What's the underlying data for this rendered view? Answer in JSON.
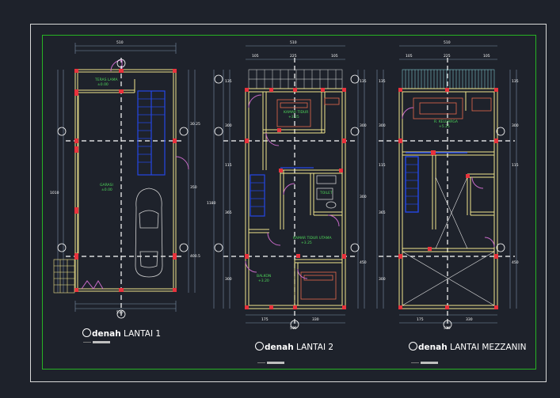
{
  "plans": [
    {
      "id": "lantai1",
      "title_prefix": "denah",
      "title_name": "LANTAI 1",
      "top_dim": "510",
      "bottom_dim": "510",
      "left_dim": "1010",
      "right_dims": [
        "30.25",
        "350",
        "400.5"
      ],
      "rooms": [
        {
          "name": "TERAS LAMA",
          "level": "±0.00"
        },
        {
          "name": "GARASI",
          "level": "±0.00"
        }
      ]
    },
    {
      "id": "lantai2",
      "title_prefix": "denah",
      "title_name": "LANTAI 2",
      "top_dim": "510",
      "top_subdims": [
        "105",
        "225",
        "105"
      ],
      "bottom_dim": "510",
      "bottom_subdims": [
        "175",
        "330"
      ],
      "left_dims": [
        "135",
        "300",
        "115",
        "365",
        "300"
      ],
      "left_total": "1180",
      "right_dims": [
        "135",
        "300",
        "300",
        "450"
      ],
      "rooms": [
        {
          "name": "KAMAR TIDUR",
          "level": "+3.25"
        },
        {
          "name": "TOILET",
          "level": ""
        },
        {
          "name": "KAMAR TIDUR UTAMA",
          "level": "+3.25"
        },
        {
          "name": "BALKON",
          "level": "+3.20"
        }
      ]
    },
    {
      "id": "mezzanin",
      "title_prefix": "denah",
      "title_name": "LANTAI MEZZANIN",
      "top_dim": "510",
      "top_subdims": [
        "105",
        "225",
        "105"
      ],
      "bottom_dim": "510",
      "bottom_subdims": [
        "175",
        "330"
      ],
      "left_dims": [
        "135",
        "300",
        "115",
        "365",
        "300"
      ],
      "right_dims": [
        "135",
        "300",
        "115",
        "450"
      ],
      "rooms": [
        {
          "name": "R. KELUARGA",
          "level": "+5.25"
        }
      ]
    }
  ],
  "colors": {
    "background": "#1e222b",
    "frame_outer": "#d9d9d9",
    "frame_inner": "#27b324",
    "wall": "#f2e78c",
    "wall_fill": "#1e222b",
    "column": "#e8323c",
    "stair": "#2448e6",
    "dimension": "#7a8fa6",
    "axis": "#ffffff",
    "door": "#c86ac8",
    "text": "#ffffff",
    "furniture": "#e86a4c",
    "green_label": "#4ed65a"
  }
}
